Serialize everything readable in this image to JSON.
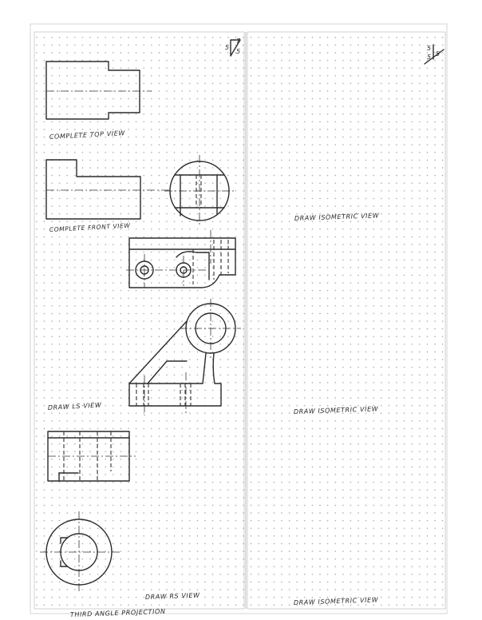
{
  "labels": {
    "complete_top_view": "COMPLETE TOP VIEW",
    "complete_front_view": "COMPLETE FRONT VIEW",
    "draw_ls_view": "DRAW LS VIEW",
    "draw_rs_view": "DRAW RS VIEW",
    "third_angle_projection": "THIRD ANGLE PROJECTION",
    "draw_isometric_view_1": "DRAW ISOMETRIC VIEW",
    "draw_isometric_view_2": "DRAW ISOMETRIC VIEW",
    "draw_isometric_view_3": "DRAW ISOMETRIC VIEW"
  },
  "corner_marks": {
    "left": {
      "a": "5",
      "b": "7",
      "c": "5"
    },
    "right": {
      "a": "5",
      "b": "5",
      "c": "5"
    }
  },
  "colors": {
    "ink": "#2b2b2b",
    "grid_dot": "#9a9a9a",
    "frame": "#cfcfcf"
  }
}
